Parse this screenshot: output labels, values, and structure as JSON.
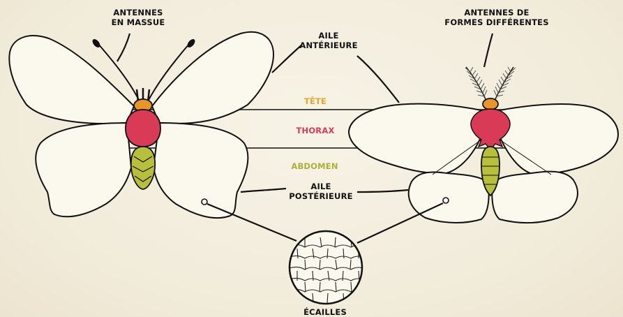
{
  "labels": {
    "antennes_massue": [
      "ANTENNES",
      "EN MASSUE"
    ],
    "antennes_formes": [
      "ANTENNES DE",
      "FORMES DIFFÉRENTES"
    ],
    "aile_anterieure": [
      "AILE",
      "ANTÉRIEURE"
    ],
    "tete": "TÊTE",
    "thorax": "THORAX",
    "abdomen": "ABDOMEN",
    "aile_posterieure": [
      "AILE",
      "POSTÉRIEURE"
    ],
    "ecailles": "ÉCAILLES"
  },
  "colors": {
    "head": "#e8962c",
    "thorax": "#d93a55",
    "abdomen": "#b8bf3c",
    "background": "#f4efe0",
    "outline": "#111111"
  }
}
